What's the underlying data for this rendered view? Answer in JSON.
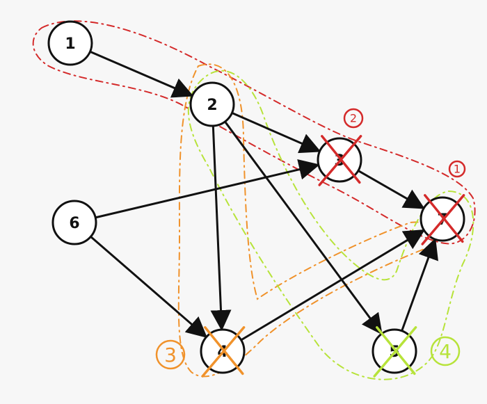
{
  "nodes": [
    {
      "id": "1",
      "label": "1"
    },
    {
      "id": "2",
      "label": "2"
    },
    {
      "id": "3",
      "label": "3"
    },
    {
      "id": "7",
      "label": "7"
    },
    {
      "id": "6",
      "label": "6"
    },
    {
      "id": "4",
      "label": "4"
    },
    {
      "id": "5",
      "label": "5"
    }
  ],
  "edges": [
    {
      "from": "1",
      "to": "2"
    },
    {
      "from": "2",
      "to": "3"
    },
    {
      "from": "2",
      "to": "4"
    },
    {
      "from": "2",
      "to": "5"
    },
    {
      "from": "3",
      "to": "7"
    },
    {
      "from": "6",
      "to": "3"
    },
    {
      "from": "6",
      "to": "4"
    },
    {
      "from": "4",
      "to": "7"
    },
    {
      "from": "5",
      "to": "7"
    }
  ],
  "crossed_nodes": [
    {
      "node": "3",
      "color": "#d42a2a"
    },
    {
      "node": "7",
      "color": "#d42a2a"
    },
    {
      "node": "4",
      "color": "#f0922b"
    },
    {
      "node": "5",
      "color": "#b7e33a"
    }
  ],
  "annotations": [
    {
      "id": "ann1",
      "label": "1",
      "color": "#d42a2a"
    },
    {
      "id": "ann2",
      "label": "2",
      "color": "#d42a2a"
    },
    {
      "id": "ann3",
      "label": "3",
      "color": "#f0922b"
    },
    {
      "id": "ann4",
      "label": "4",
      "color": "#b7e33a"
    }
  ],
  "colors": {
    "background": "#f7f7f7",
    "node_stroke": "#111111",
    "node_fill": "#ffffff",
    "edge": "#111111",
    "red": "#d42a2a",
    "orange": "#f0922b",
    "green": "#b7e33a"
  }
}
